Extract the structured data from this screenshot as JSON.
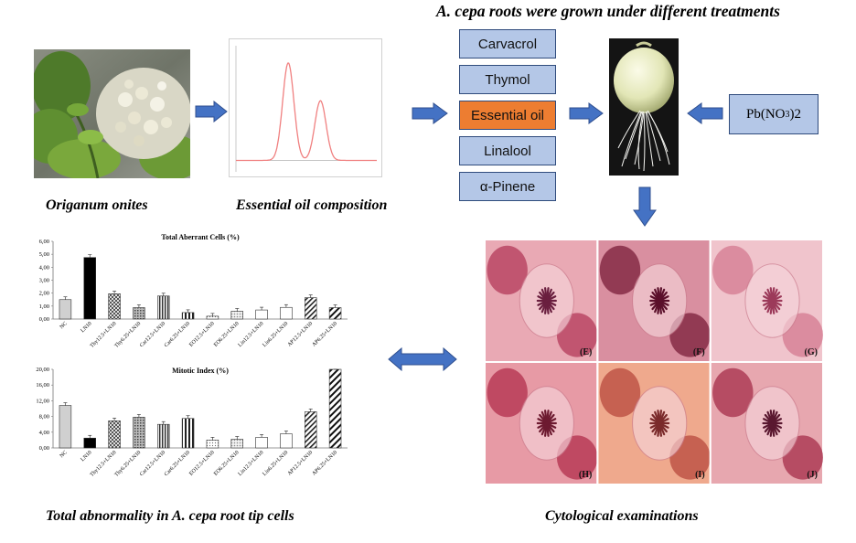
{
  "header": {
    "title": "A. cepa roots were grown under different treatments"
  },
  "captions": {
    "plant": "Origanum onites",
    "composition": "Essential oil composition",
    "abnormality": "Total abnormality in A. cepa root tip cells",
    "cytology": "Cytological examinations"
  },
  "treatments": [
    "Carvacrol",
    "Thymol",
    "Essential oil",
    "Linalool",
    "α-Pinene"
  ],
  "lead": {
    "main": "Pb(NO",
    "sub": "3",
    "tail": ")2"
  },
  "panel_labels": [
    "(E)",
    "(F)",
    "(G)",
    "(H)",
    "(I)",
    "(J)"
  ],
  "colors": {
    "box": "#b4c7e7",
    "highlight": "#ed7d31",
    "arrow": "#4472c4",
    "arrow_edge": "#2f4f8f",
    "peak": "#f08080"
  },
  "chart_data": [
    {
      "type": "bar",
      "title": "Total Aberrant Cells (%)",
      "categories": [
        "NC",
        "LN10",
        "Thy12.5+LN10",
        "Thy6.25+LN10",
        "Car12.5+LN10",
        "Car6.25+LN10",
        "EO12.5+LN10",
        "EO6.25+LN10",
        "Lin12.5+LN10",
        "Lin6.25+LN10",
        "AP12.5+LN10",
        "AP6.25+LN10"
      ],
      "values": [
        1.5,
        4.75,
        1.95,
        0.88,
        1.78,
        0.5,
        0.22,
        0.6,
        0.7,
        0.9,
        1.65,
        0.88
      ],
      "ylim": [
        0,
        6
      ],
      "yticks": [
        "0,00",
        "1,00",
        "2,00",
        "3,00",
        "4,00",
        "5,00",
        "6,00"
      ]
    },
    {
      "type": "bar",
      "title": "Mitotic Index (%)",
      "categories": [
        "NC",
        "LN10",
        "Thy12.5+LN10",
        "Thy6.25+LN10",
        "Car12.5+LN10",
        "Car6.25+LN10",
        "EO12.5+LN10",
        "EO6.25+LN10",
        "Lin12.5+LN10",
        "Lin6.25+LN10",
        "AP12.5+LN10",
        "AP6.25+LN10"
      ],
      "values": [
        10.8,
        2.5,
        6.9,
        7.8,
        6.0,
        7.5,
        2.0,
        2.2,
        2.7,
        3.6,
        9.2,
        20.0
      ],
      "ylim": [
        0,
        20
      ],
      "yticks": [
        "0,00",
        "4,00",
        "8,00",
        "12,00",
        "16,00",
        "20,00"
      ]
    },
    {
      "type": "line",
      "peaks": [
        {
          "x": 6.5,
          "height": 0.85
        },
        {
          "x": 10.5,
          "height": 0.52
        }
      ],
      "xlim": [
        0,
        17.5
      ],
      "ylim": [
        -0.1,
        1.0
      ]
    }
  ]
}
